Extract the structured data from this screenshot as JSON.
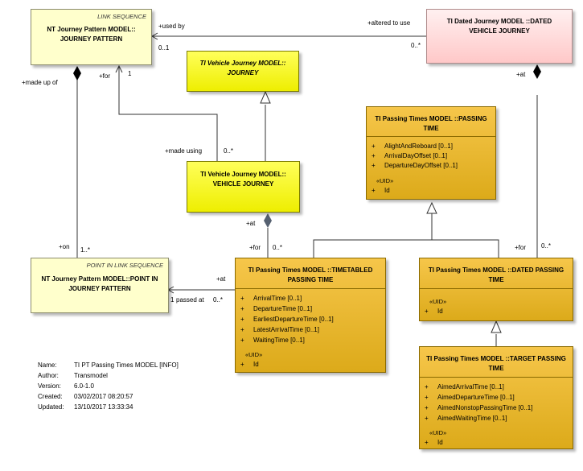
{
  "classes": {
    "journey_pattern": {
      "stereotype": "LINK SEQUENCE",
      "name": "NT Journey Pattern MODEL::\nJOURNEY PATTERN"
    },
    "dated_vehicle_journey": {
      "name": "TI Dated Journey MODEL ::DATED\nVEHICLE JOURNEY"
    },
    "ti_journey": {
      "name": "TI Vehicle Journey MODEL::\nJOURNEY"
    },
    "vehicle_journey": {
      "name": "TI Vehicle Journey MODEL::\nVEHICLE JOURNEY"
    },
    "passing_time": {
      "name": "TI Passing Times MODEL ::PASSING\nTIME",
      "attributes": [
        "AlightAndReboard [0..1]",
        "ArrivalDayOffset [0..1]",
        "DepartureDayOffset [0..1]"
      ],
      "uid_label": "«UID»",
      "uid_attr": "Id"
    },
    "point_in_jp": {
      "stereotype": "POINT IN LINK SEQUENCE",
      "name": "NT Journey Pattern MODEL::POINT IN\nJOURNEY PATTERN"
    },
    "timetabled_passing_time": {
      "name": "TI Passing Times MODEL ::TIMETABLED\nPASSING TIME",
      "attributes": [
        "ArrivalTime [0..1]",
        "DepartureTime [0..1]",
        "EarliestDepartureTime [0..1]",
        "LatestArrivalTime [0..1]",
        "WaitingTime [0..1]"
      ],
      "uid_label": "«UID»",
      "uid_attr": "Id"
    },
    "dated_passing_time": {
      "name": "TI Passing Times MODEL ::DATED PASSING\nTIME",
      "uid_label": "«UID»",
      "uid_attr": "Id"
    },
    "target_passing_time": {
      "name": "TI Passing Times MODEL ::TARGET PASSING\nTIME",
      "attributes": [
        "AimedArrivalTime [0..1]",
        "AimedDepartureTime [0..1]",
        "AimedNonstopPassingTime [0..1]",
        "AimedWaitingTime [0..1]"
      ],
      "uid_label": "«UID»",
      "uid_attr": "Id"
    }
  },
  "attr_visibility": "+",
  "labels": {
    "used_by": "+used by",
    "m_0_1": "0..1",
    "altered_to_use": "+altered to use",
    "m_0_star_dated": "0..*",
    "made_up_of": "+made up of",
    "for_jp": "+for",
    "one_jp": "1",
    "at_dated": "+at",
    "made_using": "+made using",
    "m_0_star_vj": "0..*",
    "at_vj": "+at",
    "for_tt": "+for",
    "m_0_star_tt": "0..*",
    "for_dpt": "+for",
    "m_0_star_dpt": "0..*",
    "on_point": "+on",
    "one_star_point": "1..*",
    "at_point": "+at",
    "one_point": "1",
    "passed_at": "passed at",
    "m_0_star_passed": "0..*"
  },
  "metadata": {
    "name_label": "Name:",
    "name_value": "TI PT Passing Times MODEL [INFO]",
    "author_label": "Author:",
    "author_value": "Transmodel",
    "version_label": "Version:",
    "version_value": "6.0-1.0",
    "created_label": "Created:",
    "created_value": "03/02/2017 08:20:57",
    "updated_label": "Updated:",
    "updated_value": "13/10/2017 13:33:34"
  }
}
